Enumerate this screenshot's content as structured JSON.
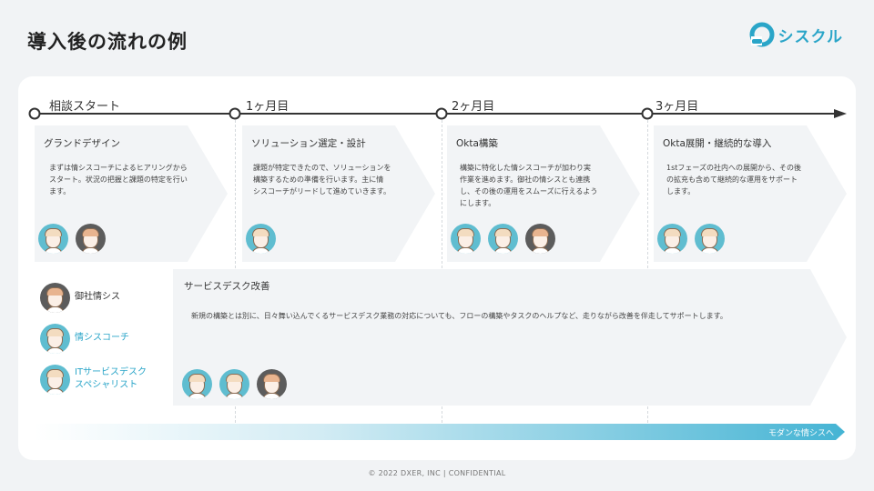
{
  "page": {
    "title": "導入後の流れの例",
    "logo_text": "シスクル",
    "footer": "© 2022 DXER, INC | CONFIDENTIAL",
    "accent_color": "#2aa5c8"
  },
  "timeline": {
    "labels": [
      "相談スタート",
      "1ヶ月目",
      "2ヶ月目",
      "3ヶ月目"
    ]
  },
  "phases": [
    {
      "title": "グランドデザイン",
      "lines": [
        "まずは情シスコーチによるヒアリングから",
        "スタート。状況の把握と課題の特定を行い",
        "ます。"
      ]
    },
    {
      "title": "ソリューション選定・設計",
      "lines": [
        "課題が特定できたので、ソリューションを",
        "構築するための準備を行います。主に情",
        "シスコーチがリードして進めていきます。"
      ]
    },
    {
      "title": "Okta構築",
      "lines": [
        "構築に特化した情シスコーチが加わり実",
        "作業を進めます。御社の情シスとも連携",
        "し、その後の運用をスムーズに行えるよう",
        "にします。"
      ]
    },
    {
      "title": "Okta展開・継続的な導入",
      "lines": [
        "1stフェーズの社内への展開から、その後",
        "の拡充も含めて継続的な運用をサポート",
        "します。"
      ]
    }
  ],
  "legend": [
    {
      "label": "御社情シス",
      "icon": "company-it-avatar",
      "color": "#333333"
    },
    {
      "label": "情シスコーチ",
      "icon": "it-coach-avatar",
      "color": "#2aa5c8"
    },
    {
      "label": "ITサービスデスク\nスペシャリスト",
      "line1": "ITサービスデスク",
      "line2": "スペシャリスト",
      "icon": "service-desk-specialist-avatar",
      "color": "#2aa5c8"
    }
  ],
  "service_desk": {
    "title": "サービスデスク改善",
    "body": "新規の構築とは別に、日々舞い込んでくるサービスデスク業務の対応についても、フローの構築やタスクのヘルプなど、走りながら改善を伴走してサポートします。"
  },
  "goal_banner": "モダンな情シスへ"
}
